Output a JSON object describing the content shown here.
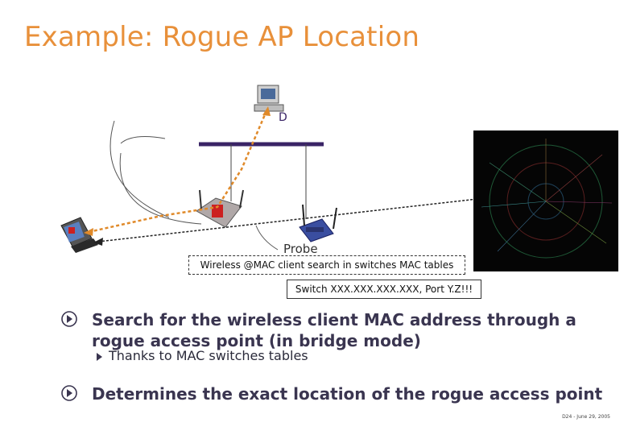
{
  "slide": {
    "title": "Example: Rogue AP Location",
    "footer": "D24 - June 29, 2005"
  },
  "diagram": {
    "probe_label": "Probe",
    "mac_search_label": "Wireless @MAC client search in switches MAC tables",
    "switch_port_label": "Switch XXX.XXX.XXX.XXX, Port Y.Z!!!",
    "colors": {
      "title": "#e8903a",
      "dashed_orange": "#e08a2a",
      "lan_bar": "#3a2466",
      "bullet": "#3a3550"
    },
    "icons": [
      "server-icon",
      "rogue-access-point-icon",
      "laptop-icon",
      "probe-router-icon",
      "network-map-image"
    ]
  },
  "bullets": [
    {
      "text": "Search for the wireless client MAC address through a rogue access point (in bridge mode)",
      "subs": [
        "Thanks to MAC switches tables"
      ]
    },
    {
      "text": "Determines the exact location of the rogue access point",
      "subs": []
    }
  ]
}
